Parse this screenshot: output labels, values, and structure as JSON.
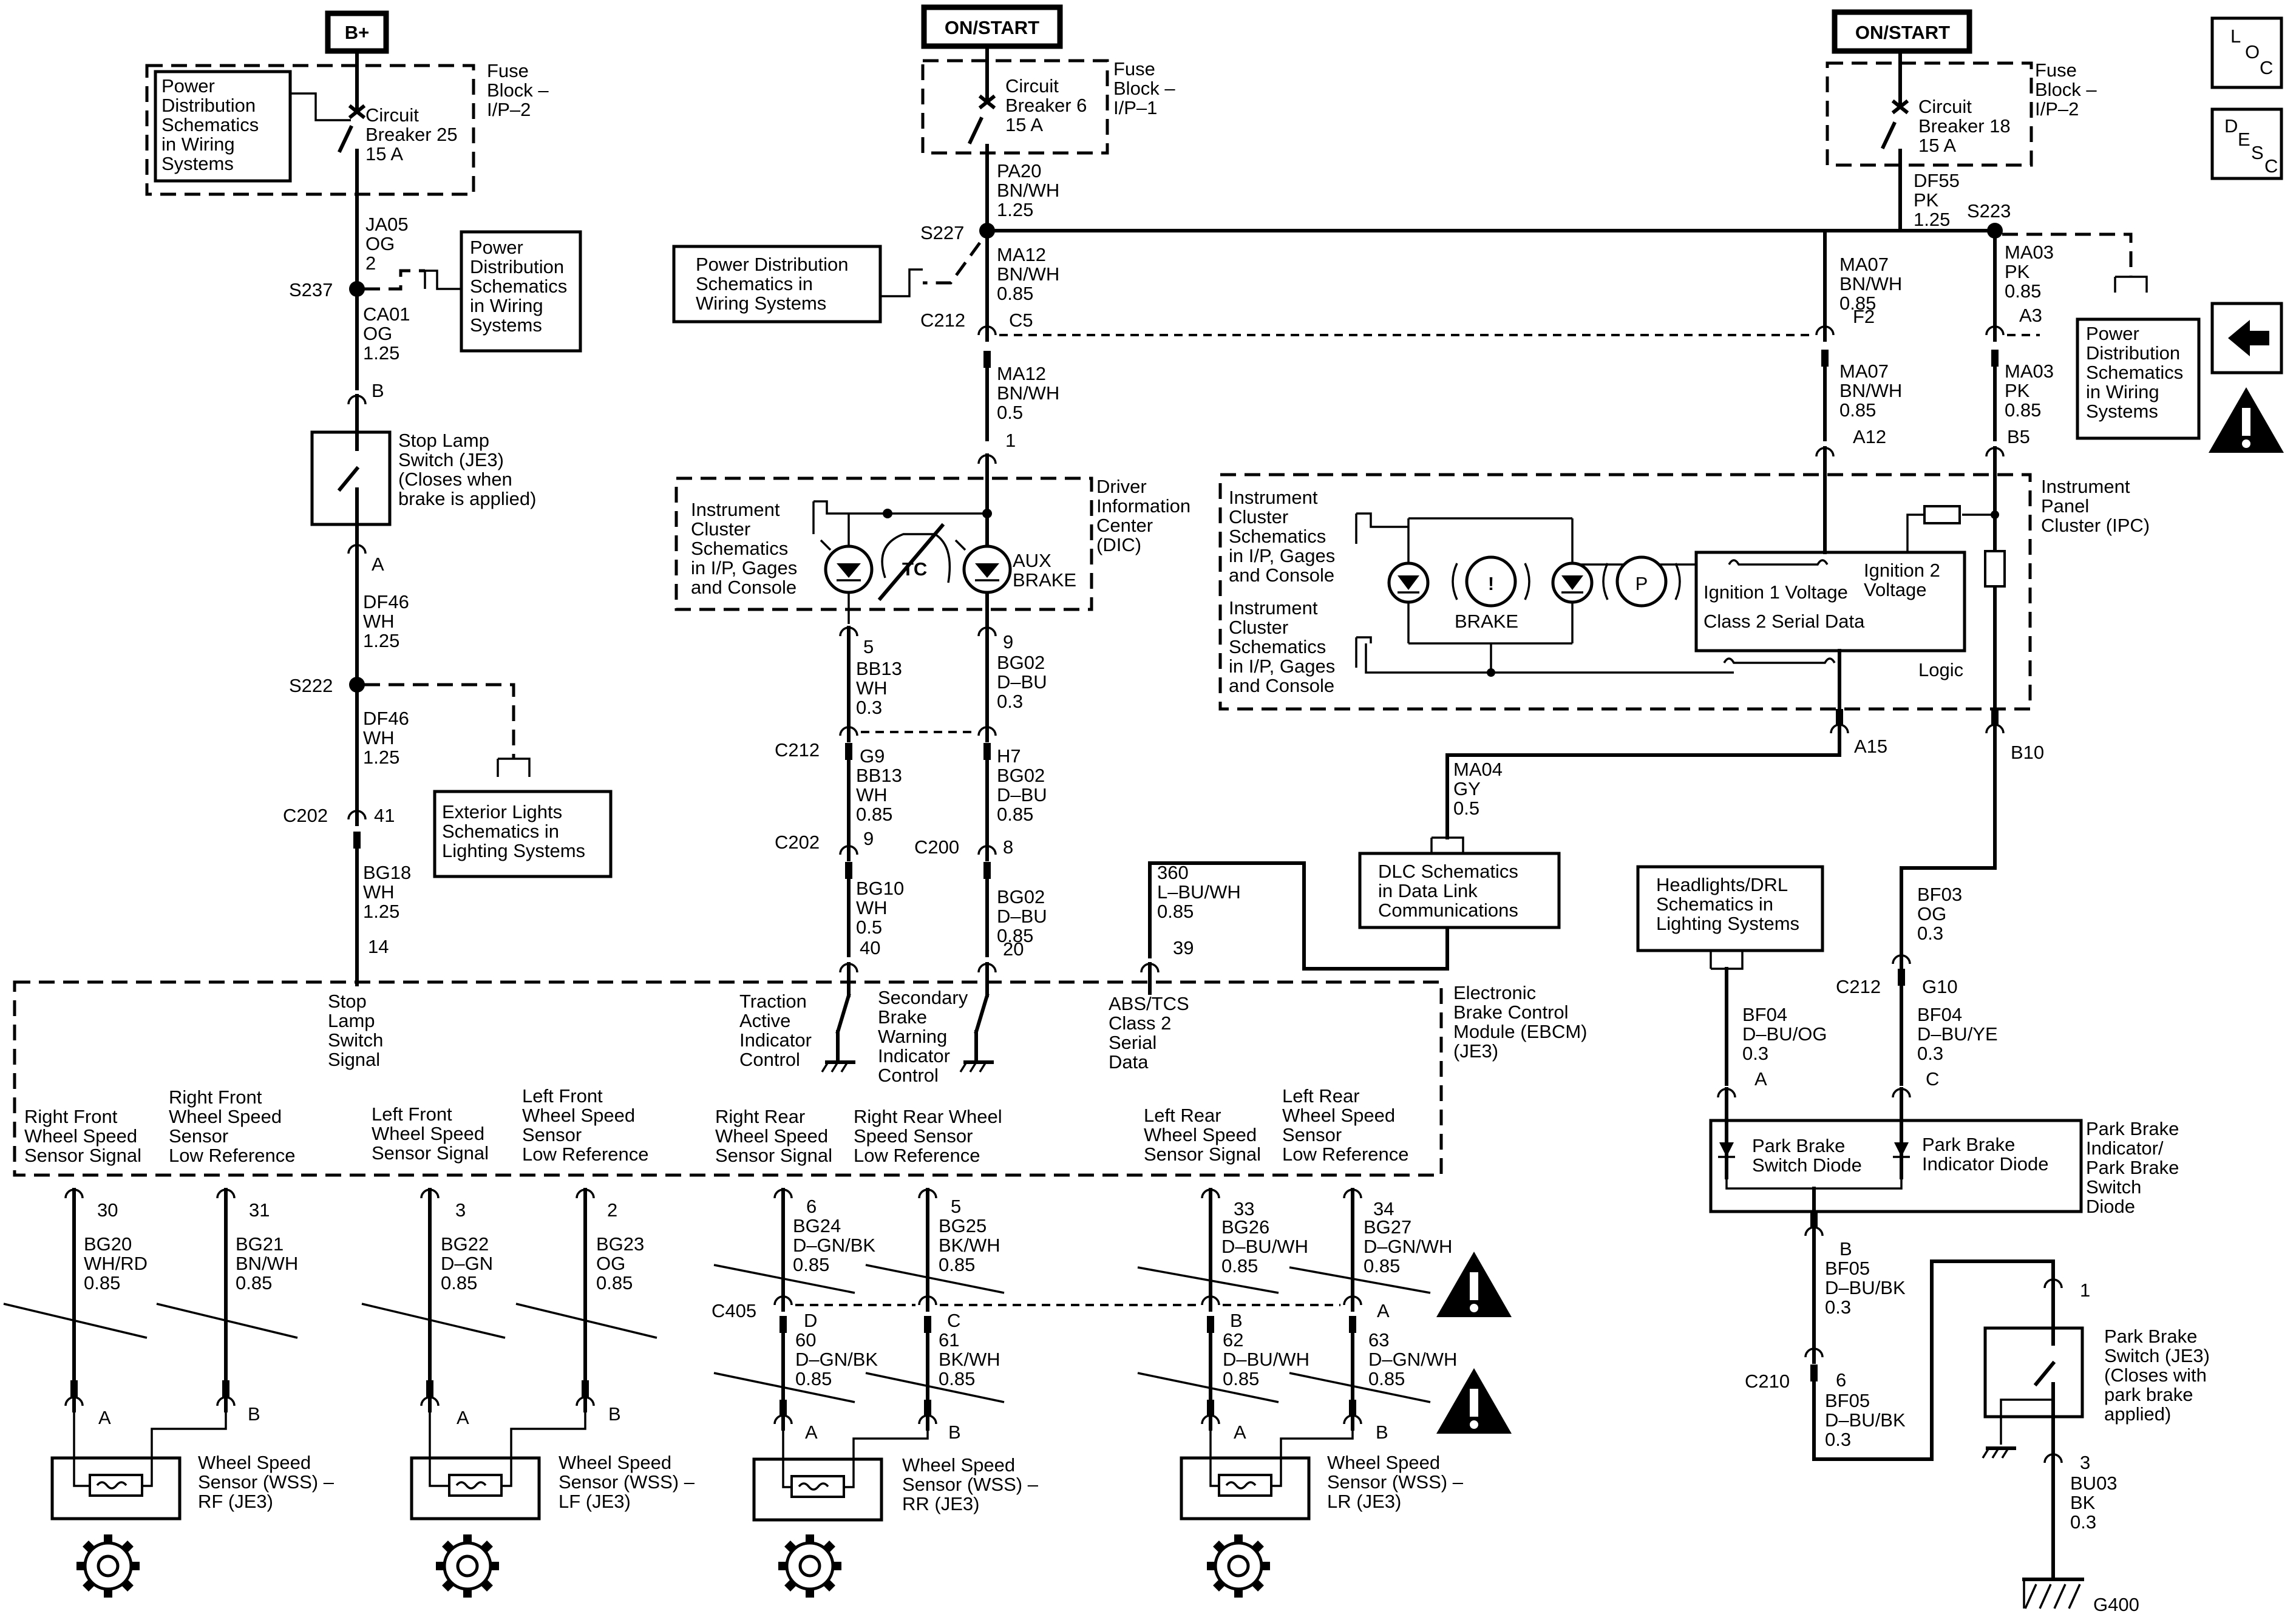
{
  "power": {
    "bplus": "B+",
    "onstart1": "ON/START",
    "onstart2": "ON/START"
  },
  "side_icons": {
    "loc1": "L",
    "loc2": "O",
    "loc3": "C",
    "desc1": "D",
    "desc2": "E",
    "desc3": "S",
    "desc4": "C"
  },
  "fuse_left": {
    "fuse": [
      "Fuse",
      "Block –",
      "I/P–2"
    ],
    "breaker": [
      "Circuit",
      "Breaker 25",
      "15 A"
    ],
    "pds": [
      "Power",
      "Distribution",
      "Schematics",
      "in Wiring",
      "Systems"
    ]
  },
  "fuse_mid": {
    "fuse": [
      "Fuse",
      "Block –",
      "I/P–1"
    ],
    "breaker": [
      "Circuit",
      "Breaker 6",
      "15 A"
    ]
  },
  "fuse_right": {
    "fuse": [
      "Fuse",
      "Block –",
      "I/P–2"
    ],
    "breaker": [
      "Circuit",
      "Breaker 18",
      "15 A"
    ]
  },
  "ref_boxes": {
    "pds_left": [
      "Power",
      "Distribution",
      "Schematics",
      "in Wiring",
      "Systems"
    ],
    "pds_mid": [
      "Power Distribution",
      "Schematics in",
      "Wiring Systems"
    ],
    "pds_right": [
      "Power",
      "Distribution",
      "Schematics",
      "in Wiring",
      "Systems"
    ],
    "ext_lights": [
      "Exterior Lights",
      "Schematics in",
      "Lighting Systems"
    ],
    "dlc": [
      "DLC Schematics",
      "in Data Link",
      "Communications"
    ],
    "headlights": [
      "Headlights/DRL",
      "Schematics in",
      "Lighting Systems"
    ]
  },
  "wires_left": {
    "ja05": [
      "JA05",
      "OG",
      "2"
    ],
    "s237": "S237",
    "ca01": [
      "CA01",
      "OG",
      "1.25"
    ],
    "pin_b": "B",
    "stop_switch": [
      "Stop Lamp",
      "Switch (JE3)",
      "(Closes when",
      "brake is applied)"
    ],
    "pin_a": "A",
    "df46a": [
      "DF46",
      "WH",
      "1.25"
    ],
    "s222": "S222",
    "df46b": [
      "DF46",
      "WH",
      "1.25"
    ],
    "c202": "C202",
    "pin41": "41",
    "bg18": [
      "BG18",
      "WH",
      "1.25"
    ],
    "pin14": "14"
  },
  "wires_mid": {
    "pa20": [
      "PA20",
      "BN/WH",
      "1.25"
    ],
    "s227": "S227",
    "ma12a": [
      "MA12",
      "BN/WH",
      "0.85"
    ],
    "c212": "C212",
    "c5": "C5",
    "ma12b": [
      "MA12",
      "BN/WH",
      "0.5"
    ],
    "pin1": "1",
    "dic": [
      "Driver",
      "Information",
      "Center",
      "(DIC)"
    ],
    "icsch": [
      "Instrument",
      "Cluster",
      "Schematics",
      "in I/P, Gages",
      "and Console"
    ],
    "aux": [
      "AUX",
      "BRAKE"
    ],
    "tc": "TC",
    "pin5": "5",
    "bb13a": [
      "BB13",
      "WH",
      "0.3"
    ],
    "pin9": "9",
    "bg02a": [
      "BG02",
      "D–BU",
      "0.3"
    ],
    "c212b": "C212",
    "g9": "G9",
    "bb13b": [
      "BB13",
      "WH",
      "0.85"
    ],
    "h7": "H7",
    "bg02b": [
      "BG02",
      "D–BU",
      "0.85"
    ],
    "c202": "C202",
    "pin9b": "9",
    "c200": "C200",
    "pin8": "8",
    "bg10": [
      "BG10",
      "WH",
      "0.5"
    ],
    "pin40": "40",
    "bg02c": [
      "BG02",
      "D–BU",
      "0.85"
    ],
    "pin20": "20",
    "w360": [
      "360",
      "L–BU/WH",
      "0.85"
    ],
    "pin39": "39"
  },
  "wires_right": {
    "ma07a": [
      "MA07",
      "BN/WH",
      "0.85"
    ],
    "f2": "F2",
    "df55": [
      "DF55",
      "PK",
      "1.25"
    ],
    "s223": "S223",
    "ma03a": [
      "MA03",
      "PK",
      "0.85"
    ],
    "a3": "A3",
    "ma07b": [
      "MA07",
      "BN/WH",
      "0.85"
    ],
    "a12": "A12",
    "ma03b": [
      "MA03",
      "PK",
      "0.85"
    ],
    "b5": "B5",
    "ipc": [
      "Instrument",
      "Panel",
      "Cluster (IPC)"
    ],
    "icsch1": [
      "Instrument",
      "Cluster",
      "Schematics",
      "in I/P, Gages",
      "and Console"
    ],
    "icsch2": [
      "Instrument",
      "Cluster",
      "Schematics",
      "in I/P, Gages",
      "and Console"
    ],
    "brake": "BRAKE",
    "brake_sym": "!",
    "park_sym": "P",
    "ign1": "Ignition 1 Voltage",
    "ign2": [
      "Ignition 2",
      "Voltage"
    ],
    "class2": "Class 2 Serial Data",
    "logic": "Logic",
    "a15": "A15",
    "b10": "B10",
    "ma04": [
      "MA04",
      "GY",
      "0.5"
    ],
    "bf03": [
      "BF03",
      "OG",
      "0.3"
    ],
    "c212": "C212",
    "g10": "G10",
    "bf04a": [
      "BF04",
      "D–BU/OG",
      "0.3"
    ],
    "pin_a": "A",
    "bf04b": [
      "BF04",
      "D–BU/YE",
      "0.3"
    ],
    "pin_c": "C",
    "diode1": [
      "Park Brake",
      "Switch Diode"
    ],
    "diode2": [
      "Park Brake",
      "Indicator Diode"
    ],
    "diode_label": [
      "Park Brake",
      "Indicator/",
      "Park Brake",
      "Switch",
      "Diode"
    ],
    "pin_b": "B",
    "bf05a": [
      "BF05",
      "D–BU/BK",
      "0.3"
    ],
    "c210": "C210",
    "pin6": "6",
    "bf05b": [
      "BF05",
      "D–BU/BK",
      "0.3"
    ],
    "pin1": "1",
    "park_switch": [
      "Park Brake",
      "Switch (JE3)",
      "(Closes with",
      "park brake",
      "applied)"
    ],
    "pin3": "3",
    "bu03": [
      "BU03",
      "BK",
      "0.3"
    ],
    "g400": "G400"
  },
  "ebcm": {
    "label": [
      "Electronic",
      "Brake Control",
      "Module (EBCM)",
      "(JE3)"
    ],
    "stop_sig": [
      "Stop",
      "Lamp",
      "Switch",
      "Signal"
    ],
    "traction": [
      "Traction",
      "Active",
      "Indicator",
      "Control"
    ],
    "secondary": [
      "Secondary",
      "Brake",
      "Warning",
      "Indicator",
      "Control"
    ],
    "abs": [
      "ABS/TCS",
      "Class 2",
      "Serial",
      "Data"
    ],
    "rf_sig": [
      "Right Front",
      "Wheel Speed",
      "Sensor Signal"
    ],
    "rf_low": [
      "Right Front",
      "Wheel Speed",
      "Sensor",
      "Low Reference"
    ],
    "lf_sig": [
      "Left Front",
      "Wheel Speed",
      "Sensor Signal"
    ],
    "lf_low": [
      "Left Front",
      "Wheel Speed",
      "Sensor",
      "Low Reference"
    ],
    "rr_sig": [
      "Right Rear",
      "Wheel Speed",
      "Sensor Signal"
    ],
    "rr_low": [
      "Right Rear Wheel",
      "Speed Sensor",
      "Low Reference"
    ],
    "lr_sig": [
      "Left Rear",
      "Wheel Speed",
      "Sensor Signal"
    ],
    "lr_low": [
      "Left Rear",
      "Wheel Speed",
      "Sensor",
      "Low Reference"
    ]
  },
  "sensors": {
    "rf": {
      "p1": "30",
      "w1": [
        "BG20",
        "WH/RD",
        "0.85"
      ],
      "p2": "31",
      "w2": [
        "BG21",
        "BN/WH",
        "0.85"
      ],
      "pa": "A",
      "pb": "B",
      "label": [
        "Wheel Speed",
        "Sensor (WSS) –",
        "RF (JE3)"
      ]
    },
    "lf": {
      "p1": "3",
      "w1": [
        "BG22",
        "D–GN",
        "0.85"
      ],
      "p2": "2",
      "w2": [
        "BG23",
        "OG",
        "0.85"
      ],
      "pa": "A",
      "pb": "B",
      "label": [
        "Wheel Speed",
        "Sensor (WSS) –",
        "LF (JE3)"
      ]
    },
    "rr": {
      "p1": "6",
      "w1": [
        "BG24",
        "D–GN/BK",
        "0.85"
      ],
      "p2": "5",
      "w2": [
        "BG25",
        "BK/WH",
        "0.85"
      ],
      "c405": "C405",
      "cd": "D",
      "w3": [
        "60",
        "D–GN/BK",
        "0.85"
      ],
      "cc": "C",
      "w4": [
        "61",
        "BK/WH",
        "0.85"
      ],
      "pa": "A",
      "pb": "B",
      "label": [
        "Wheel Speed",
        "Sensor (WSS) –",
        "RR (JE3)"
      ]
    },
    "lr": {
      "p1": "33",
      "w1": [
        "BG26",
        "D–BU/WH",
        "0.85"
      ],
      "p2": "34",
      "w2": [
        "BG27",
        "D–GN/WH",
        "0.85"
      ],
      "cb": "B",
      "w3": [
        "62",
        "D–BU/WH",
        "0.85"
      ],
      "ca": "A",
      "w4": [
        "63",
        "D–GN/WH",
        "0.85"
      ],
      "pa": "A",
      "pb": "B",
      "label": [
        "Wheel Speed",
        "Sensor (WSS) –",
        "LR (JE3)"
      ]
    }
  }
}
